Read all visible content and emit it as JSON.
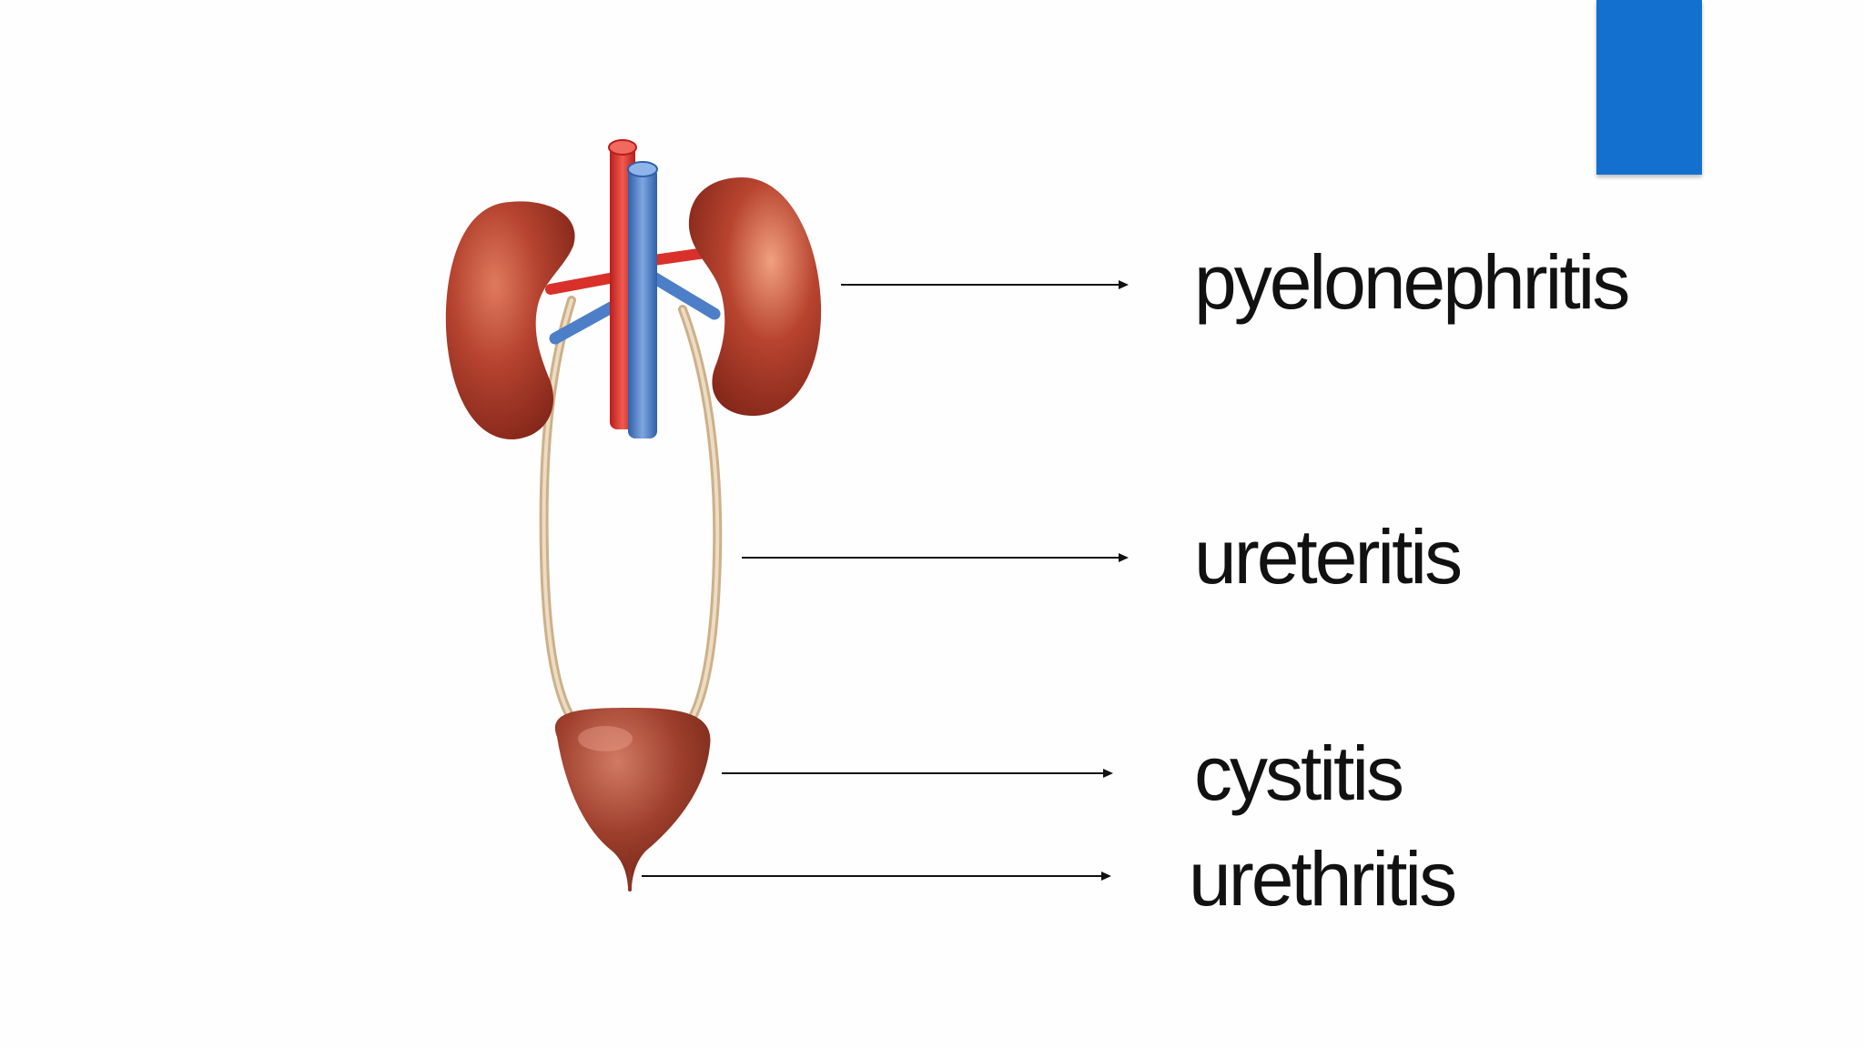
{
  "labels": {
    "kidney": "pyelonephritis",
    "ureter": "ureteritis",
    "bladder": "cystitis",
    "urethra": "urethritis"
  },
  "colors": {
    "accent": "#1470cf",
    "kidney": "#a53a2a",
    "artery": "#e2312d",
    "vein": "#4d7fc8",
    "ureter": "#dcc3a1",
    "bladder": "#9b3f2d",
    "text": "#111111"
  },
  "icons": [
    "urinary-system-illustration",
    "arrow-right-icon"
  ]
}
